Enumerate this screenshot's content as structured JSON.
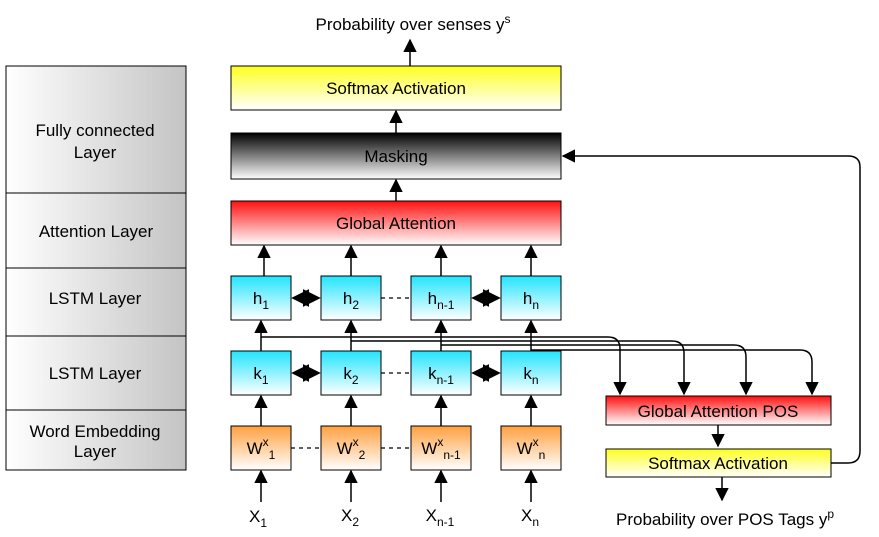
{
  "top_output": {
    "text": "Probability over senses y",
    "sup": "s"
  },
  "layers": [
    {
      "line1": "Fully connected",
      "line2": "Layer"
    },
    {
      "line1": "Attention Layer",
      "line2": ""
    },
    {
      "line1": "LSTM Layer",
      "line2": ""
    },
    {
      "line1": "LSTM Layer",
      "line2": ""
    },
    {
      "line1": "Word Embedding",
      "line2": "Layer"
    }
  ],
  "boxes": {
    "softmax": "Softmax Activation",
    "masking": "Masking",
    "global_attention": "Global Attention",
    "global_attention_pos": "Global Attention POS",
    "softmax_pos": "Softmax Activation"
  },
  "h_cells": [
    {
      "main": "h",
      "sub": "1"
    },
    {
      "main": "h",
      "sub": "2"
    },
    {
      "main": "h",
      "sub": "n-1"
    },
    {
      "main": "h",
      "sub": "n"
    }
  ],
  "k_cells": [
    {
      "main": "k",
      "sub": "1"
    },
    {
      "main": "k",
      "sub": "2"
    },
    {
      "main": "k",
      "sub": "n-1"
    },
    {
      "main": "k",
      "sub": "n"
    }
  ],
  "w_cells": [
    {
      "main": "W",
      "sup": "x",
      "sub": "1"
    },
    {
      "main": "W",
      "sup": "x",
      "sub": "2"
    },
    {
      "main": "W",
      "sup": "x",
      "sub": "n-1"
    },
    {
      "main": "W",
      "sup": "x",
      "sub": "n"
    }
  ],
  "inputs": [
    {
      "main": "X",
      "sub": "1"
    },
    {
      "main": "X",
      "sub": "2"
    },
    {
      "main": "X",
      "sub": "n-1"
    },
    {
      "main": "X",
      "sub": "n"
    }
  ],
  "pos_output": {
    "text": "Probability over POS Tags y",
    "sup": "p"
  },
  "colors": {
    "softmax_fill": "#ffff33",
    "attention_fill": "#ff1a1a",
    "masking_fill": "#000000",
    "lstm_fill": "#33e6ff",
    "embedding_fill": "#ff9933",
    "layer_panel_fill": "#c8c8c8"
  }
}
